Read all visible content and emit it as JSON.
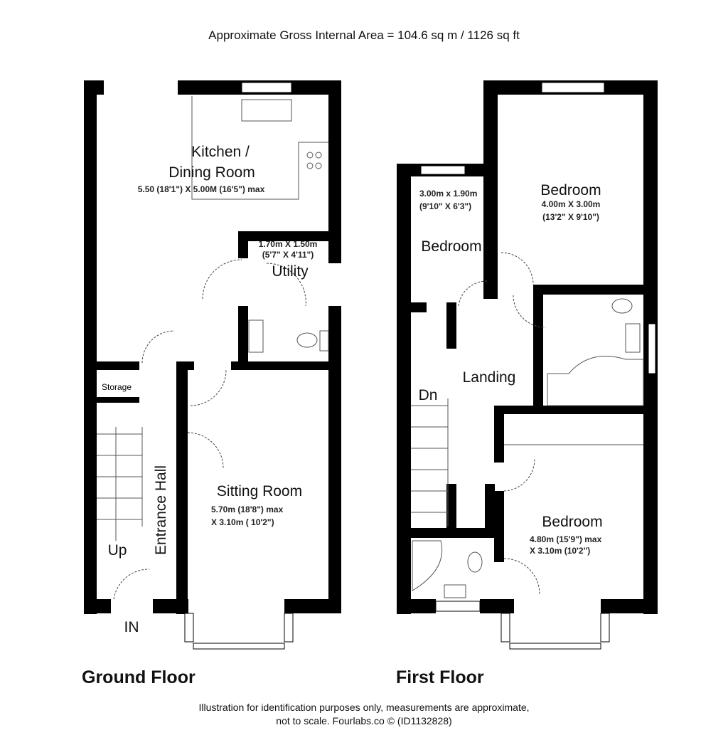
{
  "header": {
    "title": "Approximate Gross Internal Area = 104.6 sq m / 1126 sq ft"
  },
  "ground_floor": {
    "label": "Ground Floor",
    "rooms": {
      "kitchen": {
        "name_line1": "Kitchen /",
        "name_line2": "Dining Room",
        "dims": "5.50 (18'1\") X 5.00M (16'5\") max"
      },
      "utility": {
        "name": "Utility",
        "dims_line1": "1.70m X 1.50m",
        "dims_line2": "(5'7\" X 4'11\")"
      },
      "storage": {
        "name": "Storage"
      },
      "entrance_hall": {
        "name": "Entrance Hall"
      },
      "sitting_room": {
        "name": "Sitting Room",
        "dims_line1": "5.70m (18'8\") max",
        "dims_line2": "X 3.10m ( 10'2\")"
      }
    },
    "stairs_label": "Up",
    "entrance_label": "IN"
  },
  "first_floor": {
    "label": "First Floor",
    "rooms": {
      "bedroom_small": {
        "name": "Bedroom",
        "dims_line1": "3.00m x 1.90m",
        "dims_line2": "(9'10\" X 6'3\")"
      },
      "bedroom_rear": {
        "name": "Bedroom",
        "dims_line1": "4.00m X 3.00m",
        "dims_line2": "(13'2\" X 9'10\")"
      },
      "landing": {
        "name": "Landing"
      },
      "bedroom_front": {
        "name": "Bedroom",
        "dims_line1": "4.80m (15'9\") max",
        "dims_line2": "X 3.10m (10'2\")"
      }
    },
    "stairs_label": "Dn"
  },
  "footer": {
    "line1": "Illustration for identification purposes only, measurements are approximate,",
    "line2": "not to scale. Fourlabs.co © (ID1132828)"
  }
}
